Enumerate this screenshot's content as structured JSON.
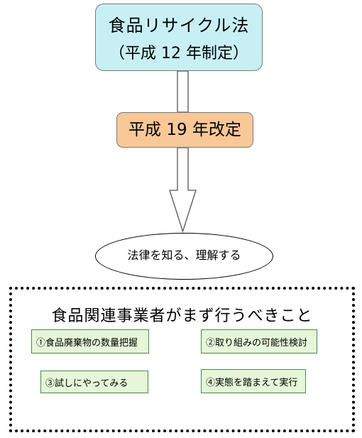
{
  "colors": {
    "law_box": "#c8f0f4",
    "revision_box": "#f9c898",
    "action_box": "#e6f6d8",
    "action_border": "#4a8a4a"
  },
  "law": {
    "title": "食品リサイクル法",
    "subtitle": "（平成 12 年制定）"
  },
  "revision": {
    "label": "平成 19 年改定"
  },
  "understand": {
    "label": "法律を知る、理解する"
  },
  "actions": {
    "heading": "食品関連事業者がまず行うべきこと",
    "items": [
      "①食品廃棄物の数量把握",
      "②取り組みの可能性検討",
      "③試しにやってみる",
      "④実態を踏まえて実行"
    ]
  }
}
